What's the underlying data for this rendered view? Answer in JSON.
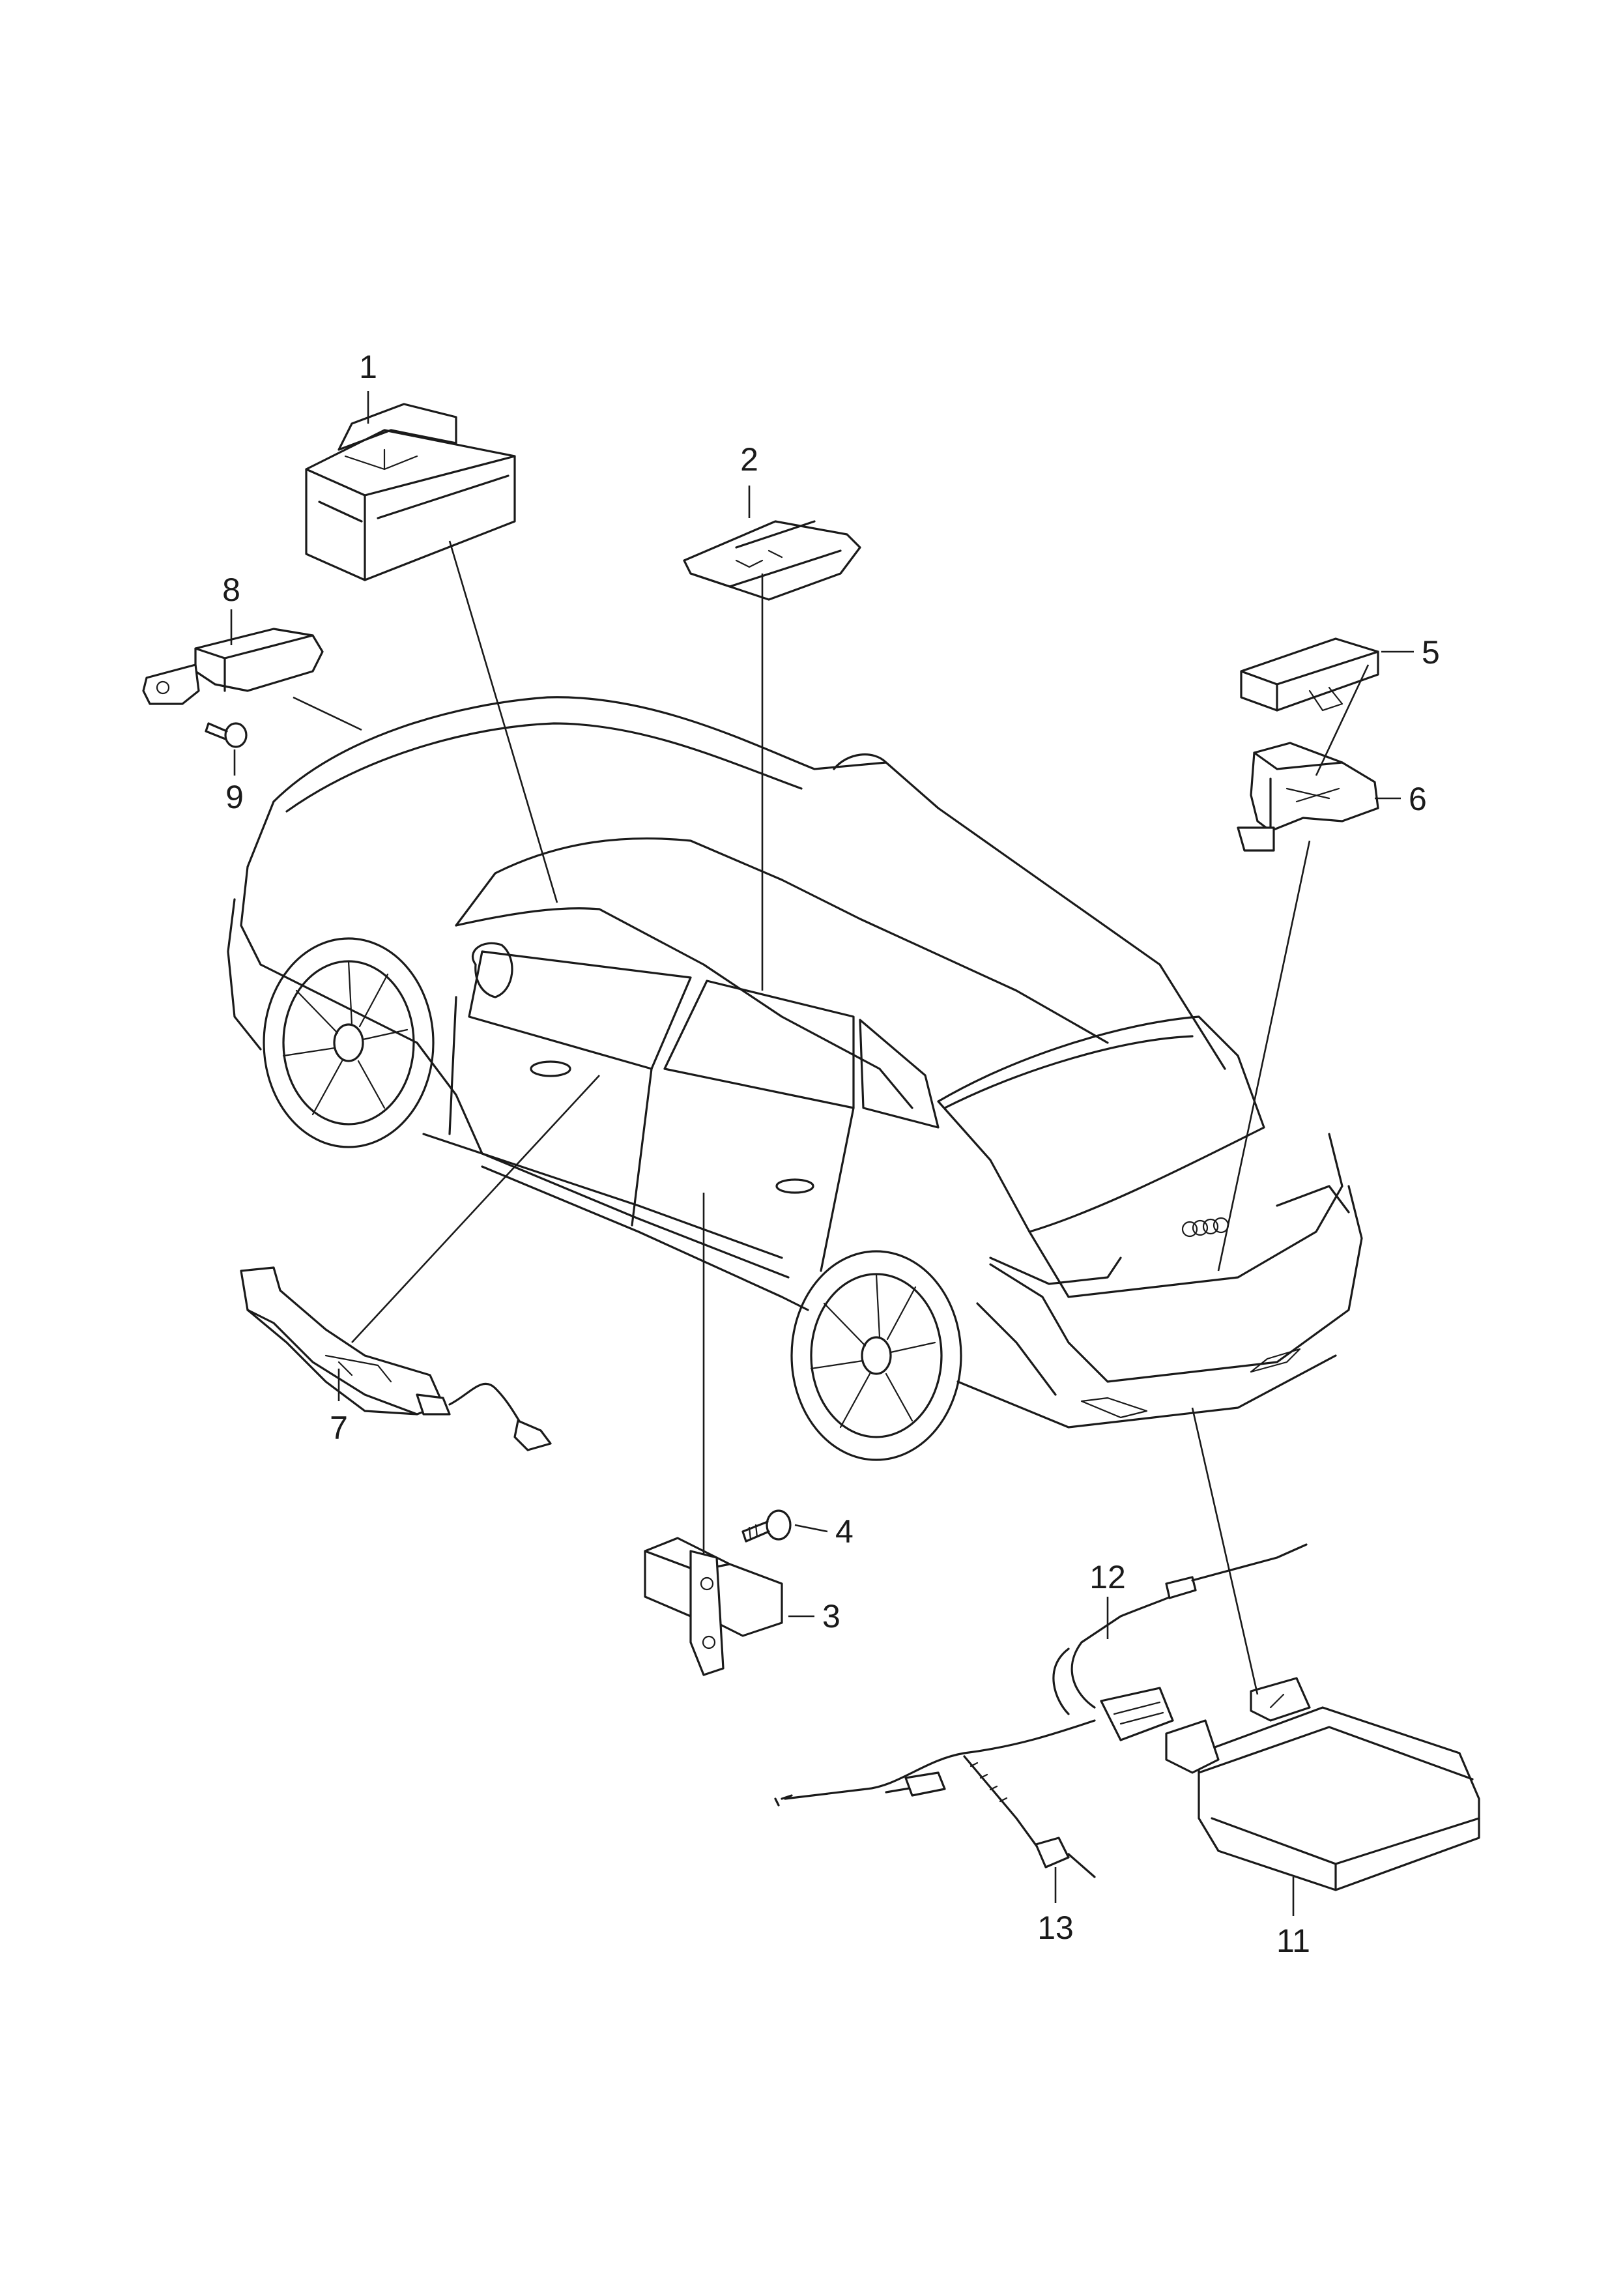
{
  "diagram": {
    "callouts": [
      {
        "id": "1",
        "label": "1"
      },
      {
        "id": "2",
        "label": "2"
      },
      {
        "id": "3",
        "label": "3"
      },
      {
        "id": "4",
        "label": "4"
      },
      {
        "id": "5",
        "label": "5"
      },
      {
        "id": "6",
        "label": "6"
      },
      {
        "id": "7",
        "label": "7"
      },
      {
        "id": "8",
        "label": "8"
      },
      {
        "id": "9",
        "label": "9"
      },
      {
        "id": "11",
        "label": "11"
      },
      {
        "id": "12",
        "label": "12"
      },
      {
        "id": "13",
        "label": "13"
      }
    ]
  }
}
